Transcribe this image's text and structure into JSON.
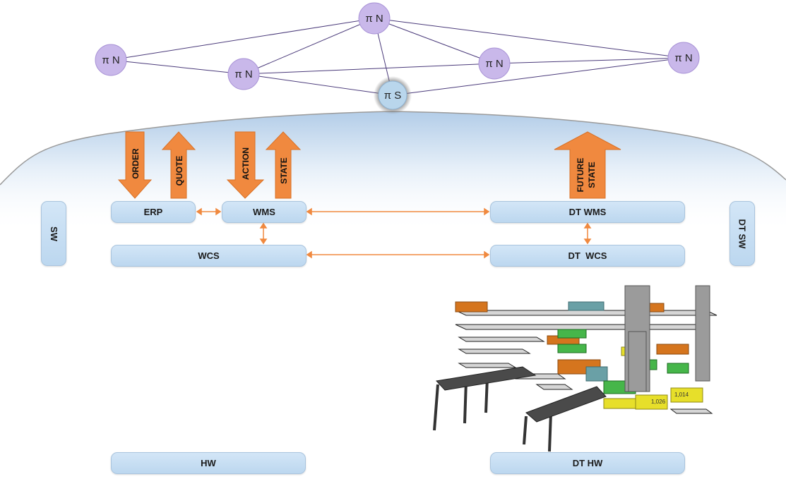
{
  "network": {
    "node_label_n": "π N",
    "node_label_s": "π S"
  },
  "flows": {
    "order": "ORDER",
    "quote": "QUOTE",
    "action": "ACTION",
    "state": "STATE",
    "future_state_line1": "FUTURE",
    "future_state_line2": "STATE"
  },
  "boxes": {
    "sw": "SW",
    "erp": "ERP",
    "wms": "WMS",
    "wcs": "WCS",
    "dt_wms": "DT WMS",
    "dt_wcs": "DT  WCS",
    "dt_sw": "DT SW",
    "hw": "HW",
    "dt_hw": "DT HW"
  },
  "hw_labels": {
    "label_1": "1,026",
    "label_2": "1,014"
  },
  "colors": {
    "node_fill": "#c9b8ea",
    "hub_fill": "#b9d6ec",
    "arrow_orange": "#f0893f",
    "box_fill": "#c9def2",
    "connector": "#f0893f"
  }
}
